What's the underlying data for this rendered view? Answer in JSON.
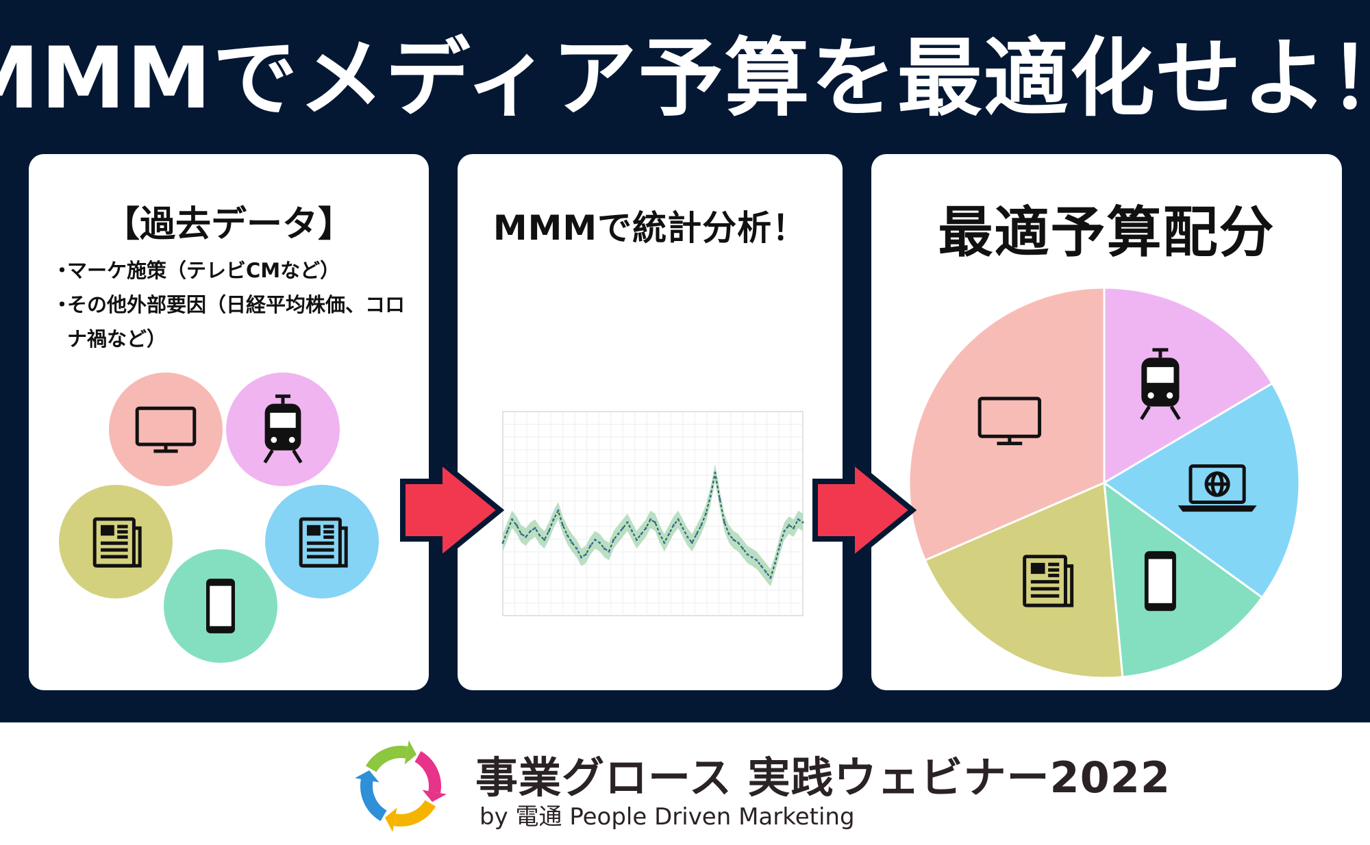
{
  "title": "MMMでメディア予算を最適化せよ！",
  "panels": {
    "past_data": {
      "heading": "【過去データ】",
      "bullets": [
        {
          "marker": "・",
          "text": "マーケ施策（テレビCMなど）"
        },
        {
          "marker": "・",
          "text": "その他外部要因（日経平均株価、コロナ禍など）"
        }
      ],
      "media_icons": [
        {
          "icon": "tv-icon",
          "color": "#f7b9b4"
        },
        {
          "icon": "train-icon",
          "color": "#f0b4f0"
        },
        {
          "icon": "newspaper-icon",
          "color": "#d4d17e"
        },
        {
          "icon": "newspaper-icon",
          "color": "#85d3f5"
        },
        {
          "icon": "smartphone-icon",
          "color": "#84dfc1"
        }
      ]
    },
    "analysis": {
      "heading": "MMMで統計分析！"
    },
    "allocation": {
      "heading": "最適予算配分",
      "pie": {
        "slices": [
          {
            "icon": "train-icon",
            "share": 0.165,
            "color": "#efb5f2"
          },
          {
            "icon": "laptop-globe-icon",
            "share": 0.185,
            "color": "#84d6f7"
          },
          {
            "icon": "smartphone-icon",
            "share": 0.135,
            "color": "#84dfc1"
          },
          {
            "icon": "newspaper-icon",
            "share": 0.2,
            "color": "#d3d07f"
          },
          {
            "icon": "tv-icon",
            "share": 0.315,
            "color": "#f8bcb7"
          }
        ]
      }
    }
  },
  "chart_data": {
    "type": "line",
    "title": "",
    "xlabel": "",
    "ylabel": "",
    "grid": true,
    "series": [
      {
        "values": [
          50,
          58,
          66,
          62,
          56,
          54,
          58,
          60,
          55,
          52,
          58,
          66,
          72,
          62,
          55,
          50,
          46,
          40,
          42,
          48,
          52,
          50,
          46,
          44,
          52,
          56,
          60,
          64,
          58,
          52,
          56,
          60,
          66,
          64,
          56,
          50,
          56,
          62,
          66,
          60,
          54,
          50,
          56,
          62,
          70,
          82,
          98,
          80,
          64,
          56,
          52,
          50,
          46,
          42,
          40,
          38,
          34,
          30,
          26,
          36,
          48,
          58,
          62,
          60,
          66,
          64
        ]
      }
    ],
    "band": {
      "width": 6
    },
    "ylim": [
      0,
      140
    ],
    "colors": {
      "line": "#2a5f5b",
      "band": "#a9d7b4"
    }
  },
  "arrows": {
    "color": "#f2384e",
    "outline": "#041834"
  },
  "footer": {
    "title": "事業グロース 実践ウェビナー2022",
    "subtitle": "by 電通 People Driven Marketing",
    "logo_colors": [
      "#e8338a",
      "#f5b400",
      "#2f8fd8",
      "#8dc63f"
    ]
  }
}
